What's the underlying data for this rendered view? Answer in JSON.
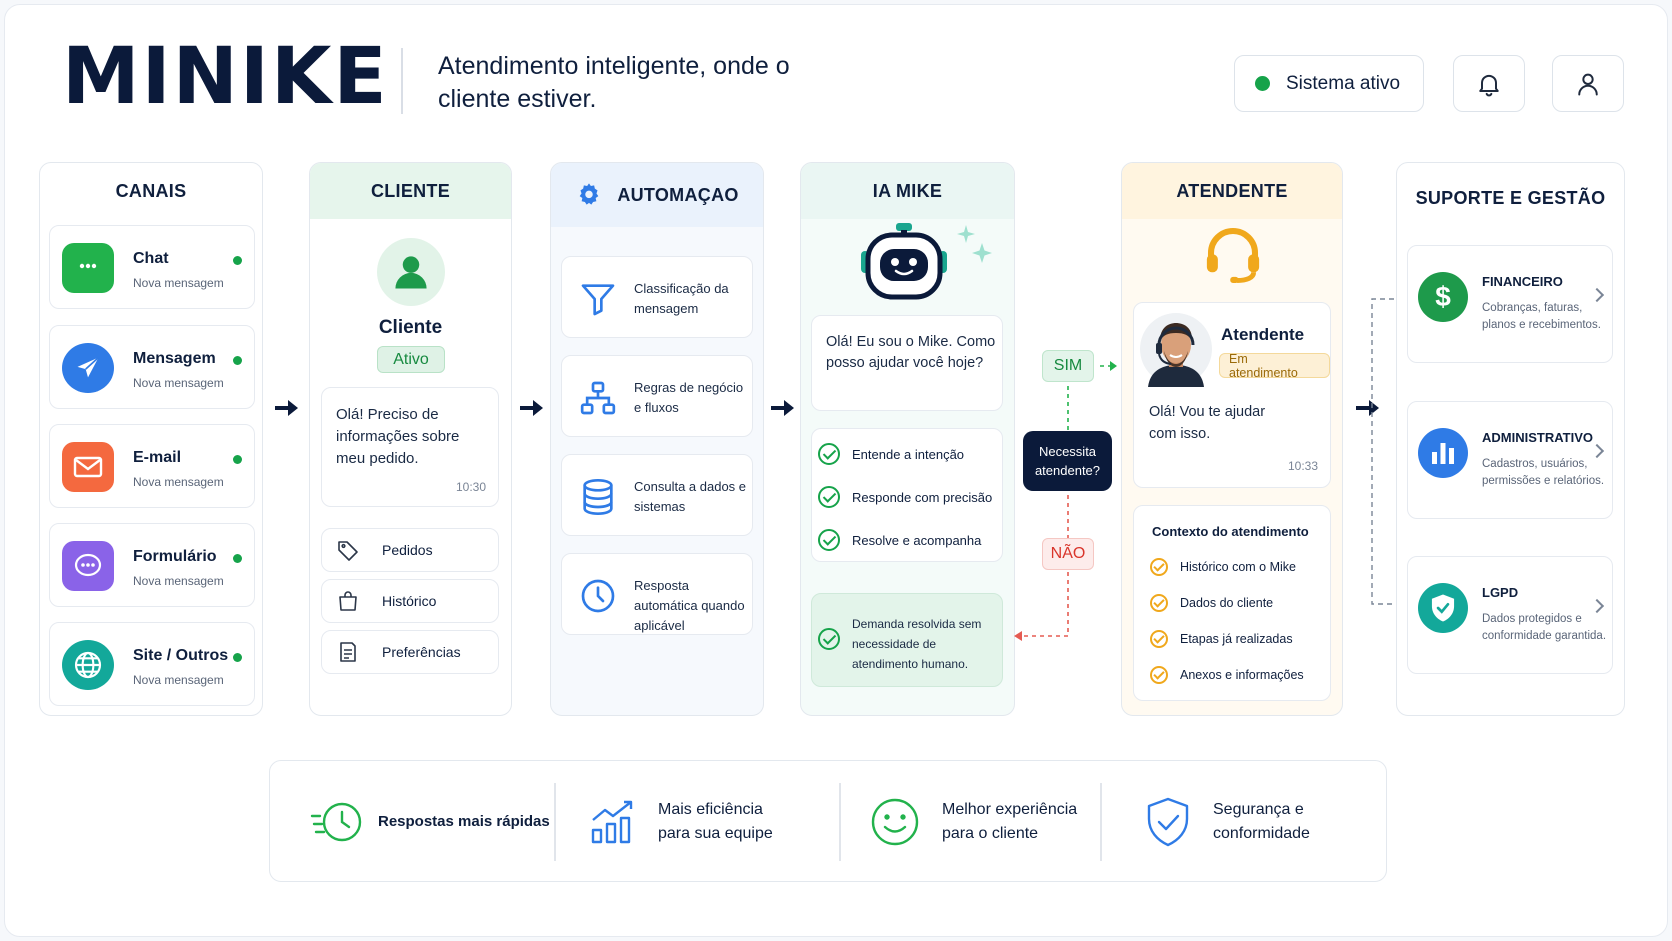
{
  "header": {
    "logo": "MINIKE",
    "tagline": "Atendimento inteligente, onde o cliente estiver.",
    "status": "Sistema ativo",
    "bell_icon": "bell-icon",
    "user_icon": "user-icon"
  },
  "colors": {
    "navy": "#0b1a3a",
    "green": "#16a34a",
    "orange": "#f0a81c",
    "blue": "#2f7be6",
    "red": "#e55b52"
  },
  "canais": {
    "title": "CANAIS",
    "items": [
      {
        "label": "Chat",
        "sub": "Nova mensagem",
        "icon": "chat-icon"
      },
      {
        "label": "Mensagem",
        "sub": "Nova mensagem",
        "icon": "send-icon"
      },
      {
        "label": "E-mail",
        "sub": "Nova mensagem",
        "icon": "mail-icon"
      },
      {
        "label": "Formulário",
        "sub": "Nova mensagem",
        "icon": "form-icon"
      },
      {
        "label": "Site / Outros",
        "sub": "Nova mensagem",
        "icon": "globe-icon"
      }
    ]
  },
  "cliente": {
    "title": "CLIENTE",
    "name": "Cliente",
    "badge": "Ativo",
    "message": "Olá! Preciso de informações sobre meu pedido.",
    "time": "10:30",
    "links": [
      {
        "label": "Pedidos",
        "icon": "tag-icon"
      },
      {
        "label": "Histórico",
        "icon": "bag-icon"
      },
      {
        "label": "Preferências",
        "icon": "document-icon"
      }
    ]
  },
  "automacao": {
    "title": "AUTOMAÇAO",
    "items": [
      {
        "label": "Classificação da mensagem",
        "icon": "filter-icon"
      },
      {
        "label": "Regras de negócio e fluxos",
        "icon": "flow-icon"
      },
      {
        "label": "Consulta a dados e sistemas",
        "icon": "database-icon"
      },
      {
        "label": "Resposta automática quando aplicável",
        "icon": "clock-icon"
      }
    ]
  },
  "ia": {
    "title": "IA MIKE",
    "greeting": "Olá! Eu sou o Mike. Como posso ajudar você hoje?",
    "checks": [
      "Entende a intenção",
      "Responde com precisão",
      "Resolve e acompanha"
    ],
    "resolved": "Demanda resolvida sem necessidade de atendimento humano."
  },
  "decision": {
    "question": "Necessita atendente?",
    "yes": "SIM",
    "no": "NÃO"
  },
  "atendente": {
    "title": "ATENDENTE",
    "name": "Atendente",
    "badge": "Em atendimento",
    "message": "Olá! Vou te ajudar com isso.",
    "time": "10:33",
    "context_title": "Contexto do atendimento",
    "context": [
      "Histórico com o Mike",
      "Dados do cliente",
      "Etapas já realizadas",
      "Anexos e informações"
    ]
  },
  "suporte": {
    "title": "SUPORTE E GESTÃO",
    "items": [
      {
        "title": "FINANCEIRO",
        "desc": "Cobranças, faturas, planos e recebimentos.",
        "icon": "dollar-icon"
      },
      {
        "title": "ADMINISTRATIVO",
        "desc": "Cadastros, usuários, permissões e relatórios.",
        "icon": "bar-chart-icon"
      },
      {
        "title": "LGPD",
        "desc": "Dados protegidos e conformidade garantida.",
        "icon": "shield-icon"
      }
    ]
  },
  "benefits": [
    {
      "label": "Respostas mais rápidas",
      "icon": "fast-clock-icon"
    },
    {
      "label": "Mais eficiência para sua equipe",
      "icon": "growth-chart-icon"
    },
    {
      "label": "Melhor experiência para o cliente",
      "icon": "smile-icon"
    },
    {
      "label": "Segurança e conformidade",
      "icon": "shield-check-icon"
    }
  ]
}
